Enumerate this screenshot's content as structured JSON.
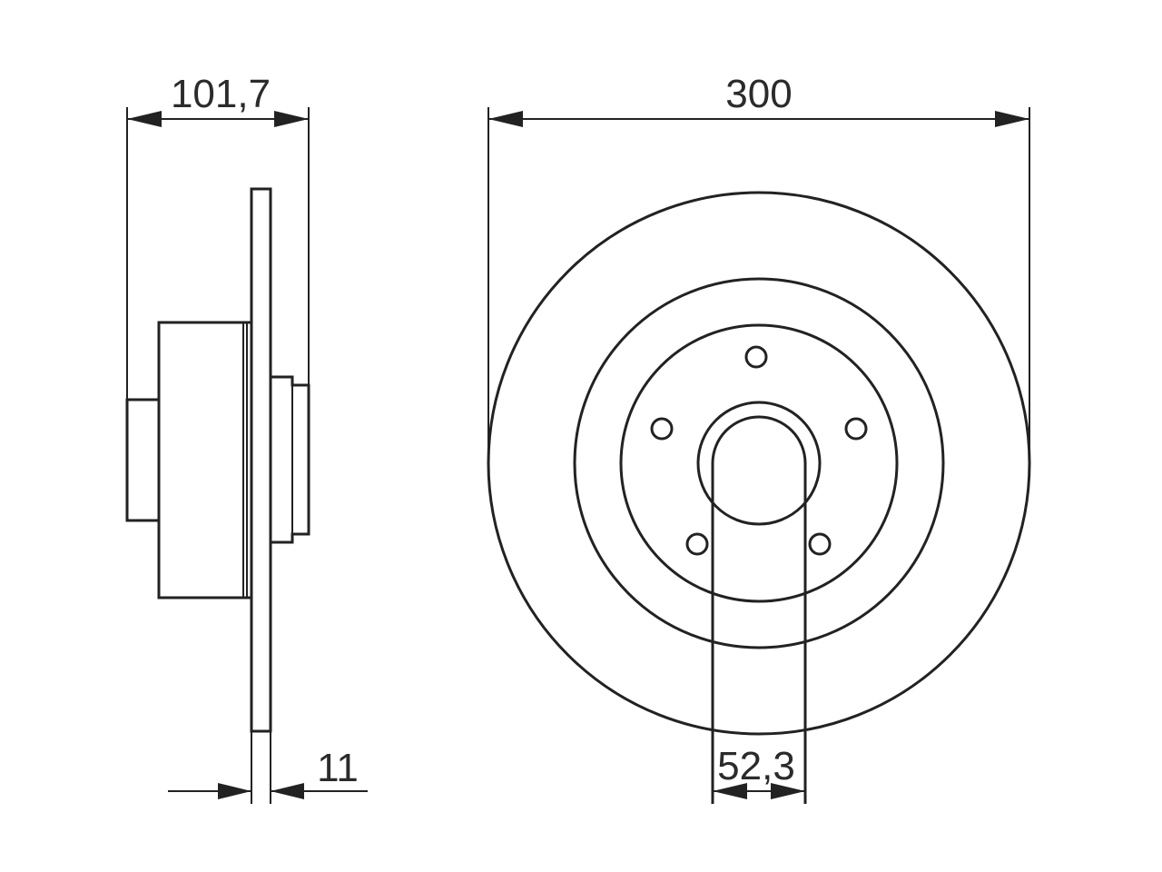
{
  "dimensions": {
    "hub_height": "101,7",
    "outer_diameter": "300",
    "thickness": "11",
    "center_bore": "52,3"
  },
  "bolt_holes": 5,
  "colors": {
    "line": "#222222",
    "text": "#2b2b2b",
    "background": "#ffffff"
  }
}
